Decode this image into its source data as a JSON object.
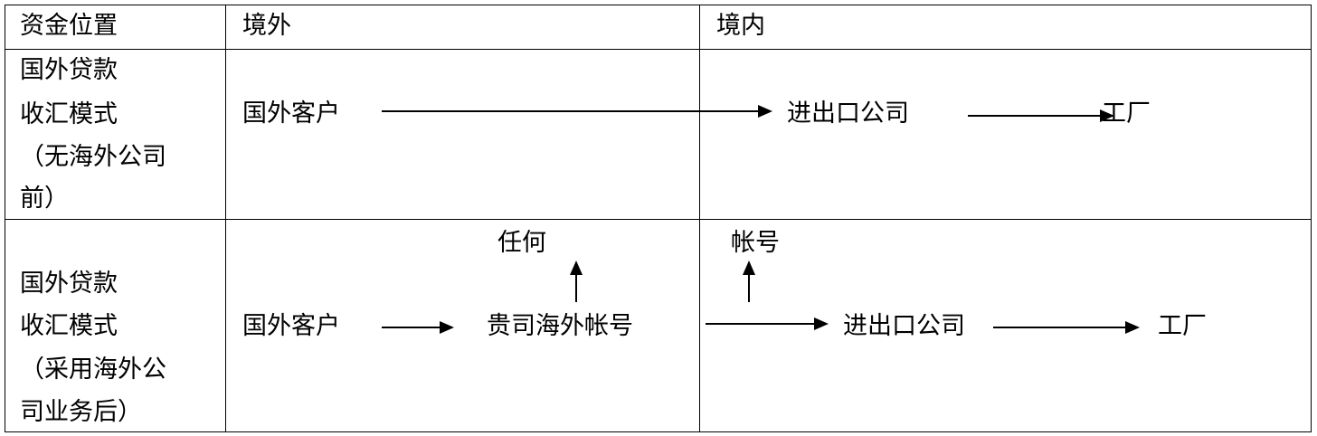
{
  "header": {
    "location_label": "资金位置",
    "offshore": "境外",
    "onshore": "境内"
  },
  "rows": [
    {
      "mode_lines": [
        "国外贷款",
        "收汇模式",
        "（无海外公司",
        "前）"
      ],
      "offshore_nodes": {
        "customer": "国外客户"
      },
      "onshore_nodes": {
        "company": "进出口公司",
        "factory": "工厂"
      }
    },
    {
      "mode_lines": [
        "国外贷款",
        "收汇模式",
        "（采用海外公",
        "司业务后）"
      ],
      "offshore_nodes": {
        "customer": "国外客户",
        "account": "贵司海外帐号",
        "note": "任何"
      },
      "onshore_nodes": {
        "note": "帐号",
        "company": "进出口公司",
        "factory": "工厂"
      }
    }
  ]
}
